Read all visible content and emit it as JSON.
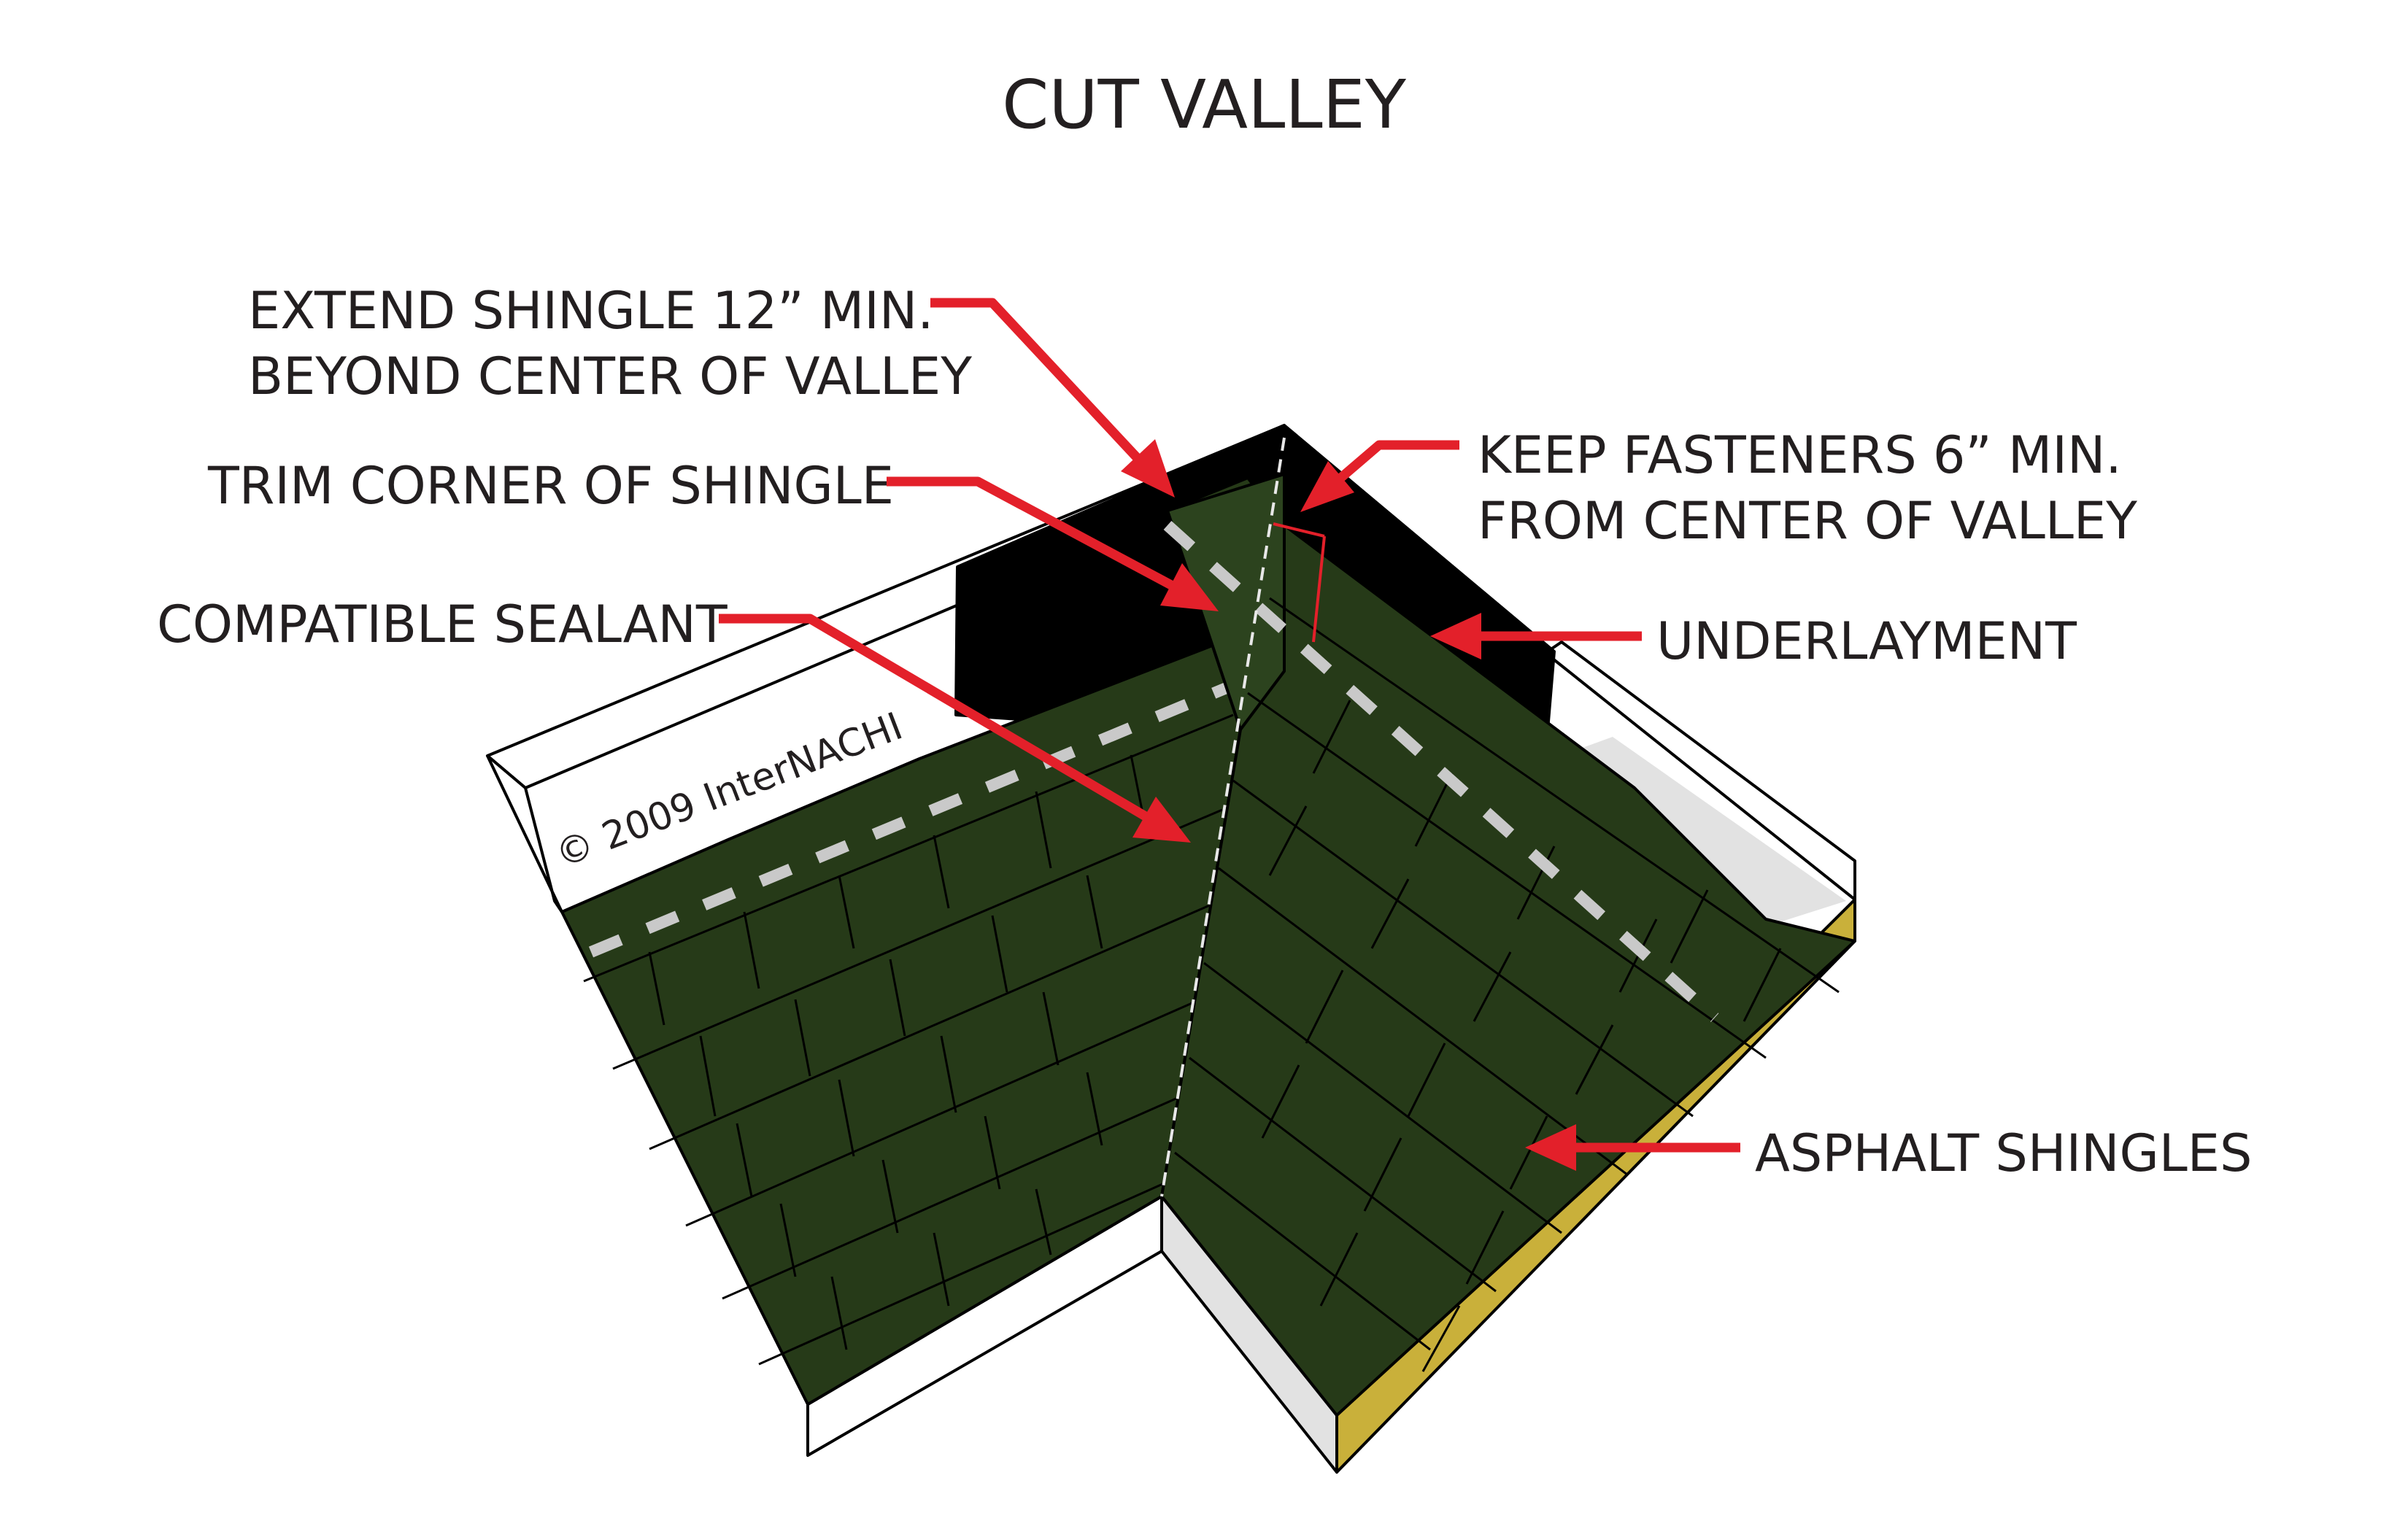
{
  "title": "CUT VALLEY",
  "callouts": {
    "extend_shingle": [
      "EXTEND SHINGLE 12” MIN.",
      "BEYOND CENTER OF VALLEY"
    ],
    "trim_corner": "TRIM CORNER OF SHINGLE",
    "compatible_sealant": "COMPATIBLE SEALANT",
    "keep_fasteners": [
      "KEEP FASTENERS 6” MIN.",
      "FROM CENTER OF VALLEY"
    ],
    "underlayment": "UNDERLAYMENT",
    "asphalt_shingles": "ASPHALT SHINGLES"
  },
  "copyright": "© 2009  InterNACHI",
  "colors": {
    "shingle": "#263a18",
    "shingle_overlap": "#2c431e",
    "underlayment": "#000000",
    "fascia_white": "#ffffff",
    "fascia_gray": "#e2e2e2",
    "wood_edge": "#c9b03a",
    "arrow": "#e3202a",
    "nail_line": "#c9c9c9"
  }
}
